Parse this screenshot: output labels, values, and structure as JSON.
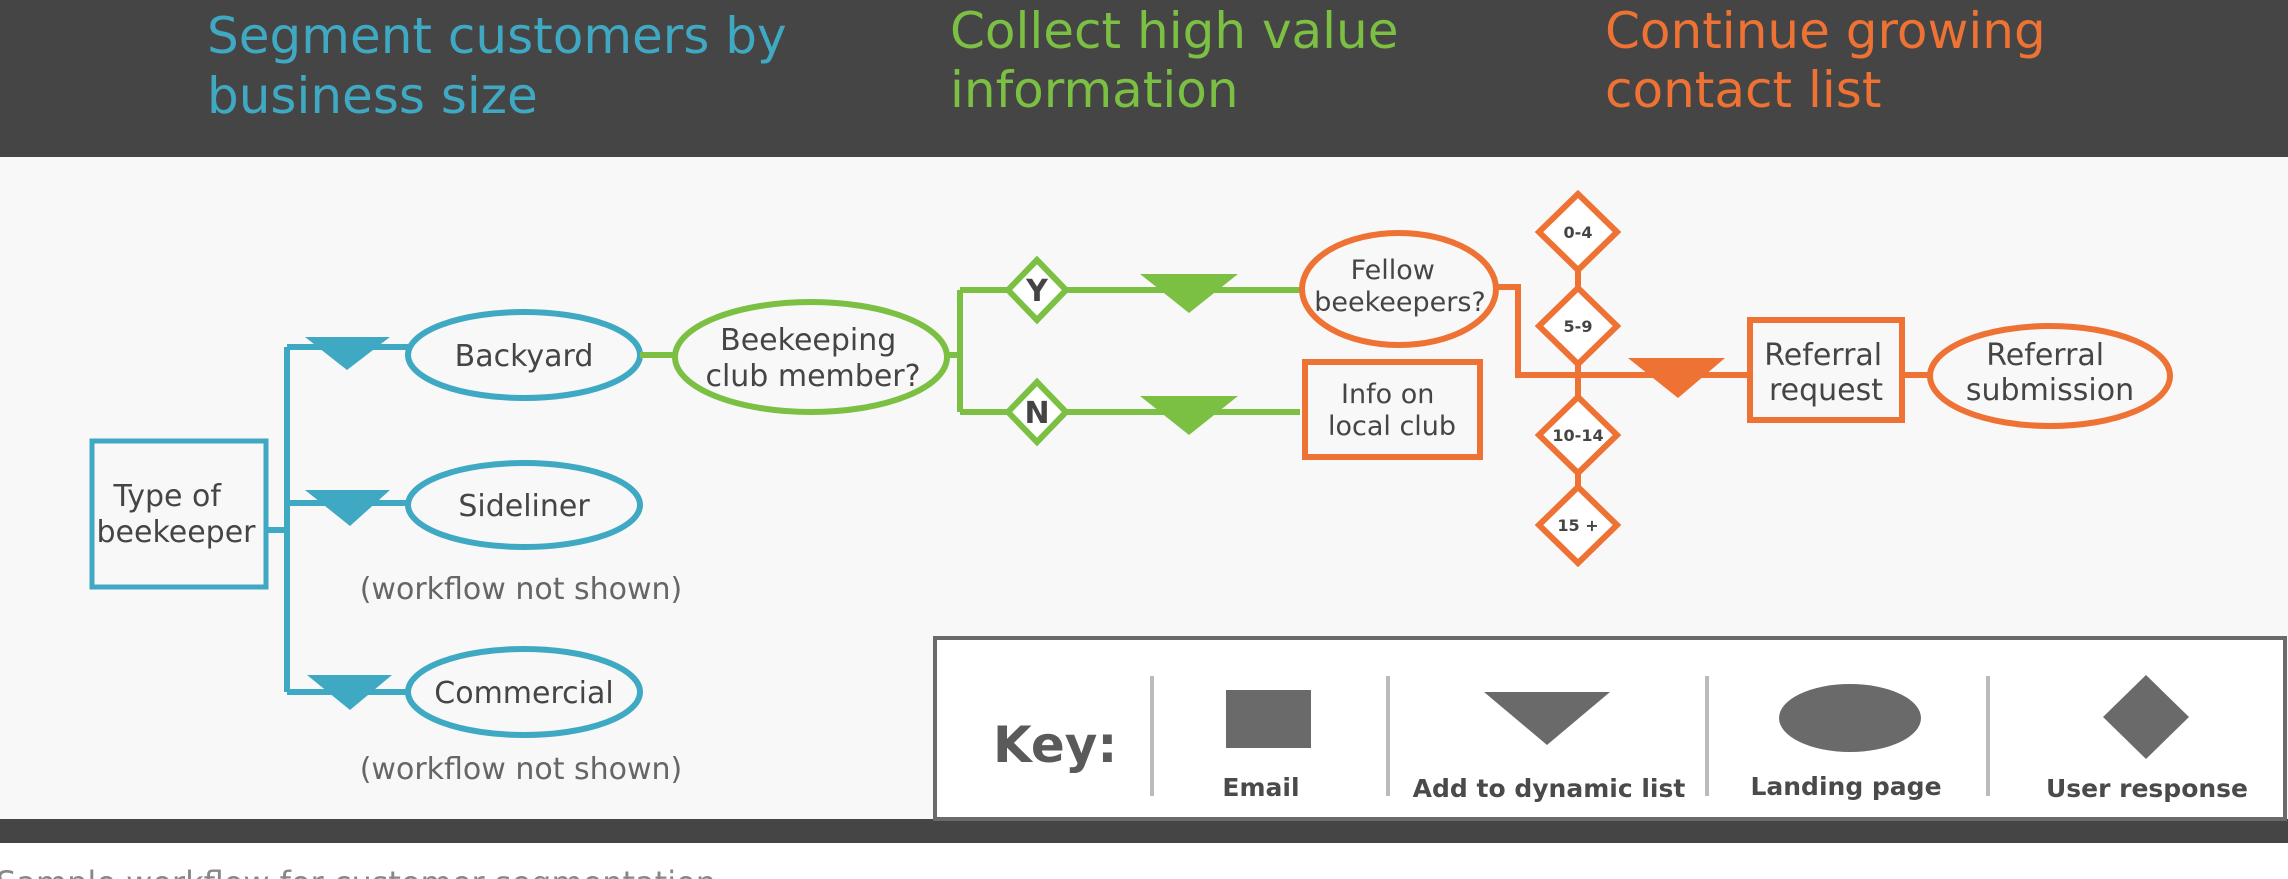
{
  "colors": {
    "header_bg": "#454545",
    "canvas_bg": "#f8f8f8",
    "blue": "#3fa9c3",
    "green": "#7bc043",
    "orange": "#ee7233",
    "key_gray": "#6a6a6a"
  },
  "headers": {
    "segment_line1": "Segment customers by",
    "segment_line2": "business size",
    "collect_line1": "Collect high value",
    "collect_line2": "information",
    "continue_line1": "Continue growing",
    "continue_line2": "contact list"
  },
  "nodes": {
    "type_line1": "Type of",
    "type_line2": "beekeeper",
    "backyard": "Backyard",
    "sideliner": "Sideliner",
    "commercial": "Commercial",
    "workflow_note": "(workflow not shown)",
    "club_line1": "Beekeeping",
    "club_line2": "club member?",
    "yes": "Y",
    "no": "N",
    "fellow_line1": "Fellow",
    "fellow_line2": "beekeepers?",
    "info_line1": "Info on",
    "info_line2": "local club",
    "range_0": "0-4",
    "range_1": "5-9",
    "range_2": "10-14",
    "range_3": "15 +",
    "referral_req_line1": "Referral",
    "referral_req_line2": "request",
    "referral_sub_line1": "Referral",
    "referral_sub_line2": "submission"
  },
  "key": {
    "title": "Key:",
    "email": "Email",
    "add_list": "Add to dynamic list",
    "landing": "Landing page",
    "user_response": "User response"
  },
  "caption": "Sample workflow for customer segmentation"
}
